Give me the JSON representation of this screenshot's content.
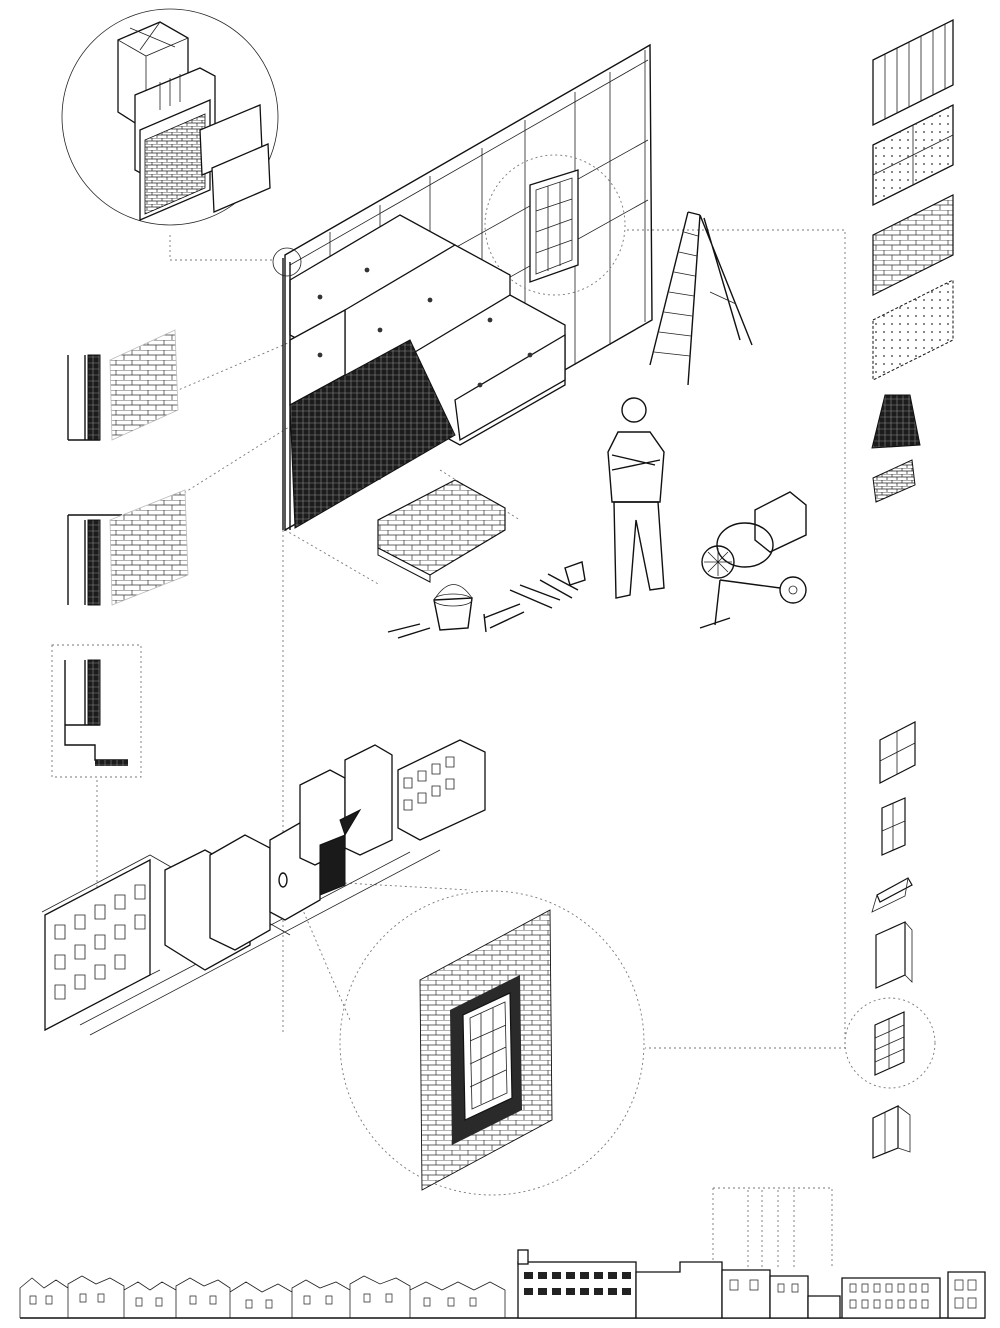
{
  "figure": {
    "text_labels": [],
    "icons": [
      "wall-assembly-icon",
      "worker-icon",
      "ladder-icon",
      "cement-mixer-icon",
      "hand-tools-icon",
      "window-icon",
      "brick-stack-icon",
      "streetscape-icon"
    ]
  },
  "legend": {
    "material_swatches": [
      "vertical-boards-swatch",
      "dotted-panel-swatch",
      "brick-pattern-swatch",
      "dotted-grid-swatch",
      "dark-mesh-swatch",
      "small-brick-swatch"
    ],
    "window_types": [
      "window-type-1",
      "window-type-2",
      "window-type-3",
      "window-type-4",
      "window-type-5",
      "window-type-6"
    ]
  },
  "colors": {
    "ink": "#111111",
    "paper": "#ffffff",
    "guide": "#777777",
    "mesh": "#1a1a1a"
  }
}
